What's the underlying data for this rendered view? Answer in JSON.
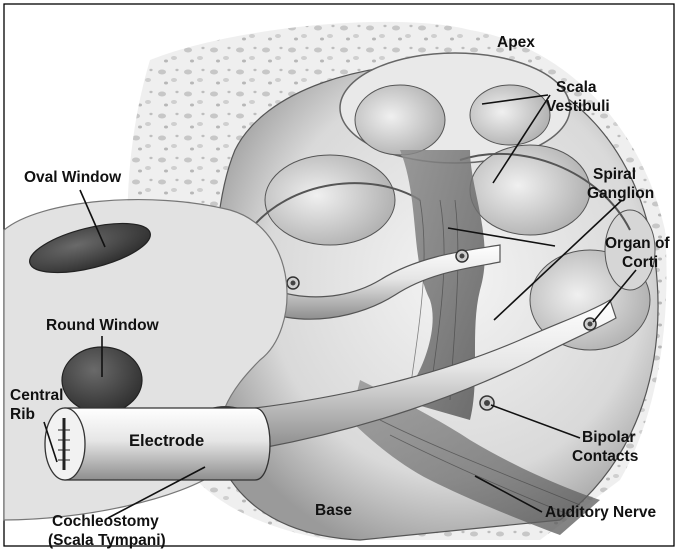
{
  "labels": {
    "apex": "Apex",
    "scala_vestibuli_1": "Scala",
    "scala_vestibuli_2": "Vestibuli",
    "oval_window": "Oval Window",
    "spiral_ganglion_1": "Spiral",
    "spiral_ganglion_2": "Ganglion",
    "organ_of_corti_1": "Organ of",
    "organ_of_corti_2": "Corti",
    "round_window": "Round Window",
    "central_rib_1": "Central",
    "central_rib_2": "Rib",
    "electrode": "Electrode",
    "bipolar_contacts_1": "Bipolar",
    "bipolar_contacts_2": "Contacts",
    "base": "Base",
    "auditory_nerve": "Auditory Nerve",
    "cochleostomy_1": "Cochleostomy",
    "cochleostomy_2": "(Scala Tympani)"
  }
}
